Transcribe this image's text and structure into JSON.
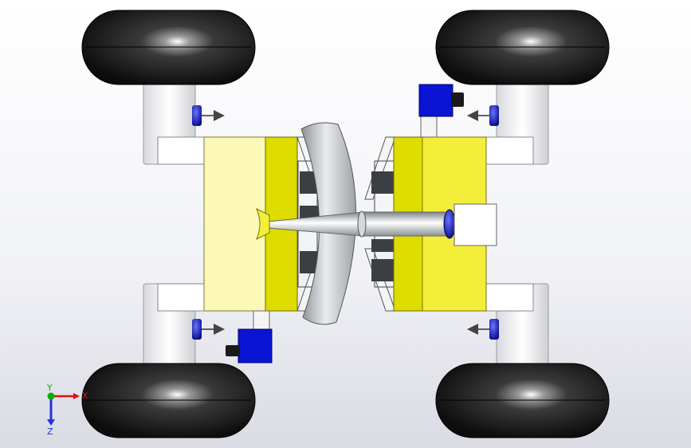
{
  "axes": {
    "x_label": "X",
    "y_label": "Y",
    "z_label": "Z"
  },
  "colors": {
    "background": "#f1f2f6",
    "tire": "#1a1a1a",
    "chassis_light": "#fbf8b8",
    "chassis_yellow": "#f3ee3a",
    "chassis_dark_yellow": "#dedc00",
    "motor_blue": "#0a14d2",
    "bracket_white": "#f6f6f6",
    "shaft_gray": "#c9cdd1",
    "x_axis": "#dd1111",
    "y_axis": "#11aa11",
    "z_axis": "#2233dd"
  }
}
